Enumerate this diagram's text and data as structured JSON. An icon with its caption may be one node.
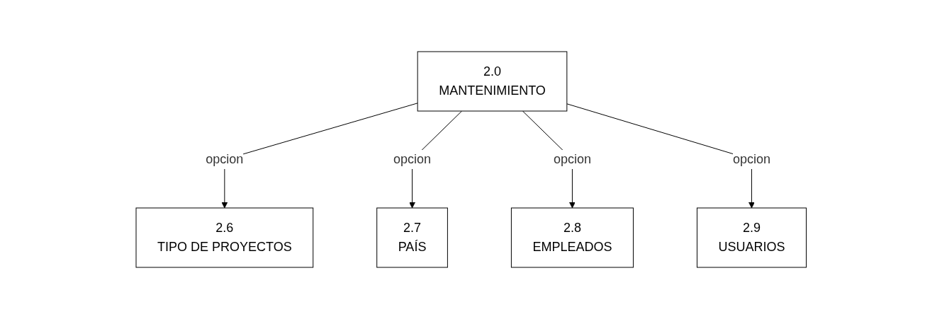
{
  "diagram": {
    "nodes": [
      {
        "text": [
          "2.0",
          "MANTENIMIENTO"
        ]
      },
      {
        "text": [
          "2.6",
          "TIPO DE PROYECTOS"
        ]
      },
      {
        "text": [
          "2.7",
          "PAÍS"
        ]
      },
      {
        "text": [
          "2.8",
          "EMPLEADOS"
        ]
      },
      {
        "text": [
          "2.9",
          "USUARIOS"
        ]
      }
    ],
    "edges": [
      {
        "from": 0,
        "to": 1,
        "arrow": "to",
        "label": "opcion"
      },
      {
        "from": 0,
        "to": 2,
        "arrow": "to",
        "label": "opcion"
      },
      {
        "from": 0,
        "to": 3,
        "arrow": "to",
        "label": "opcion"
      },
      {
        "from": 0,
        "to": 4,
        "arrow": "to",
        "label": "opcion"
      }
    ]
  }
}
